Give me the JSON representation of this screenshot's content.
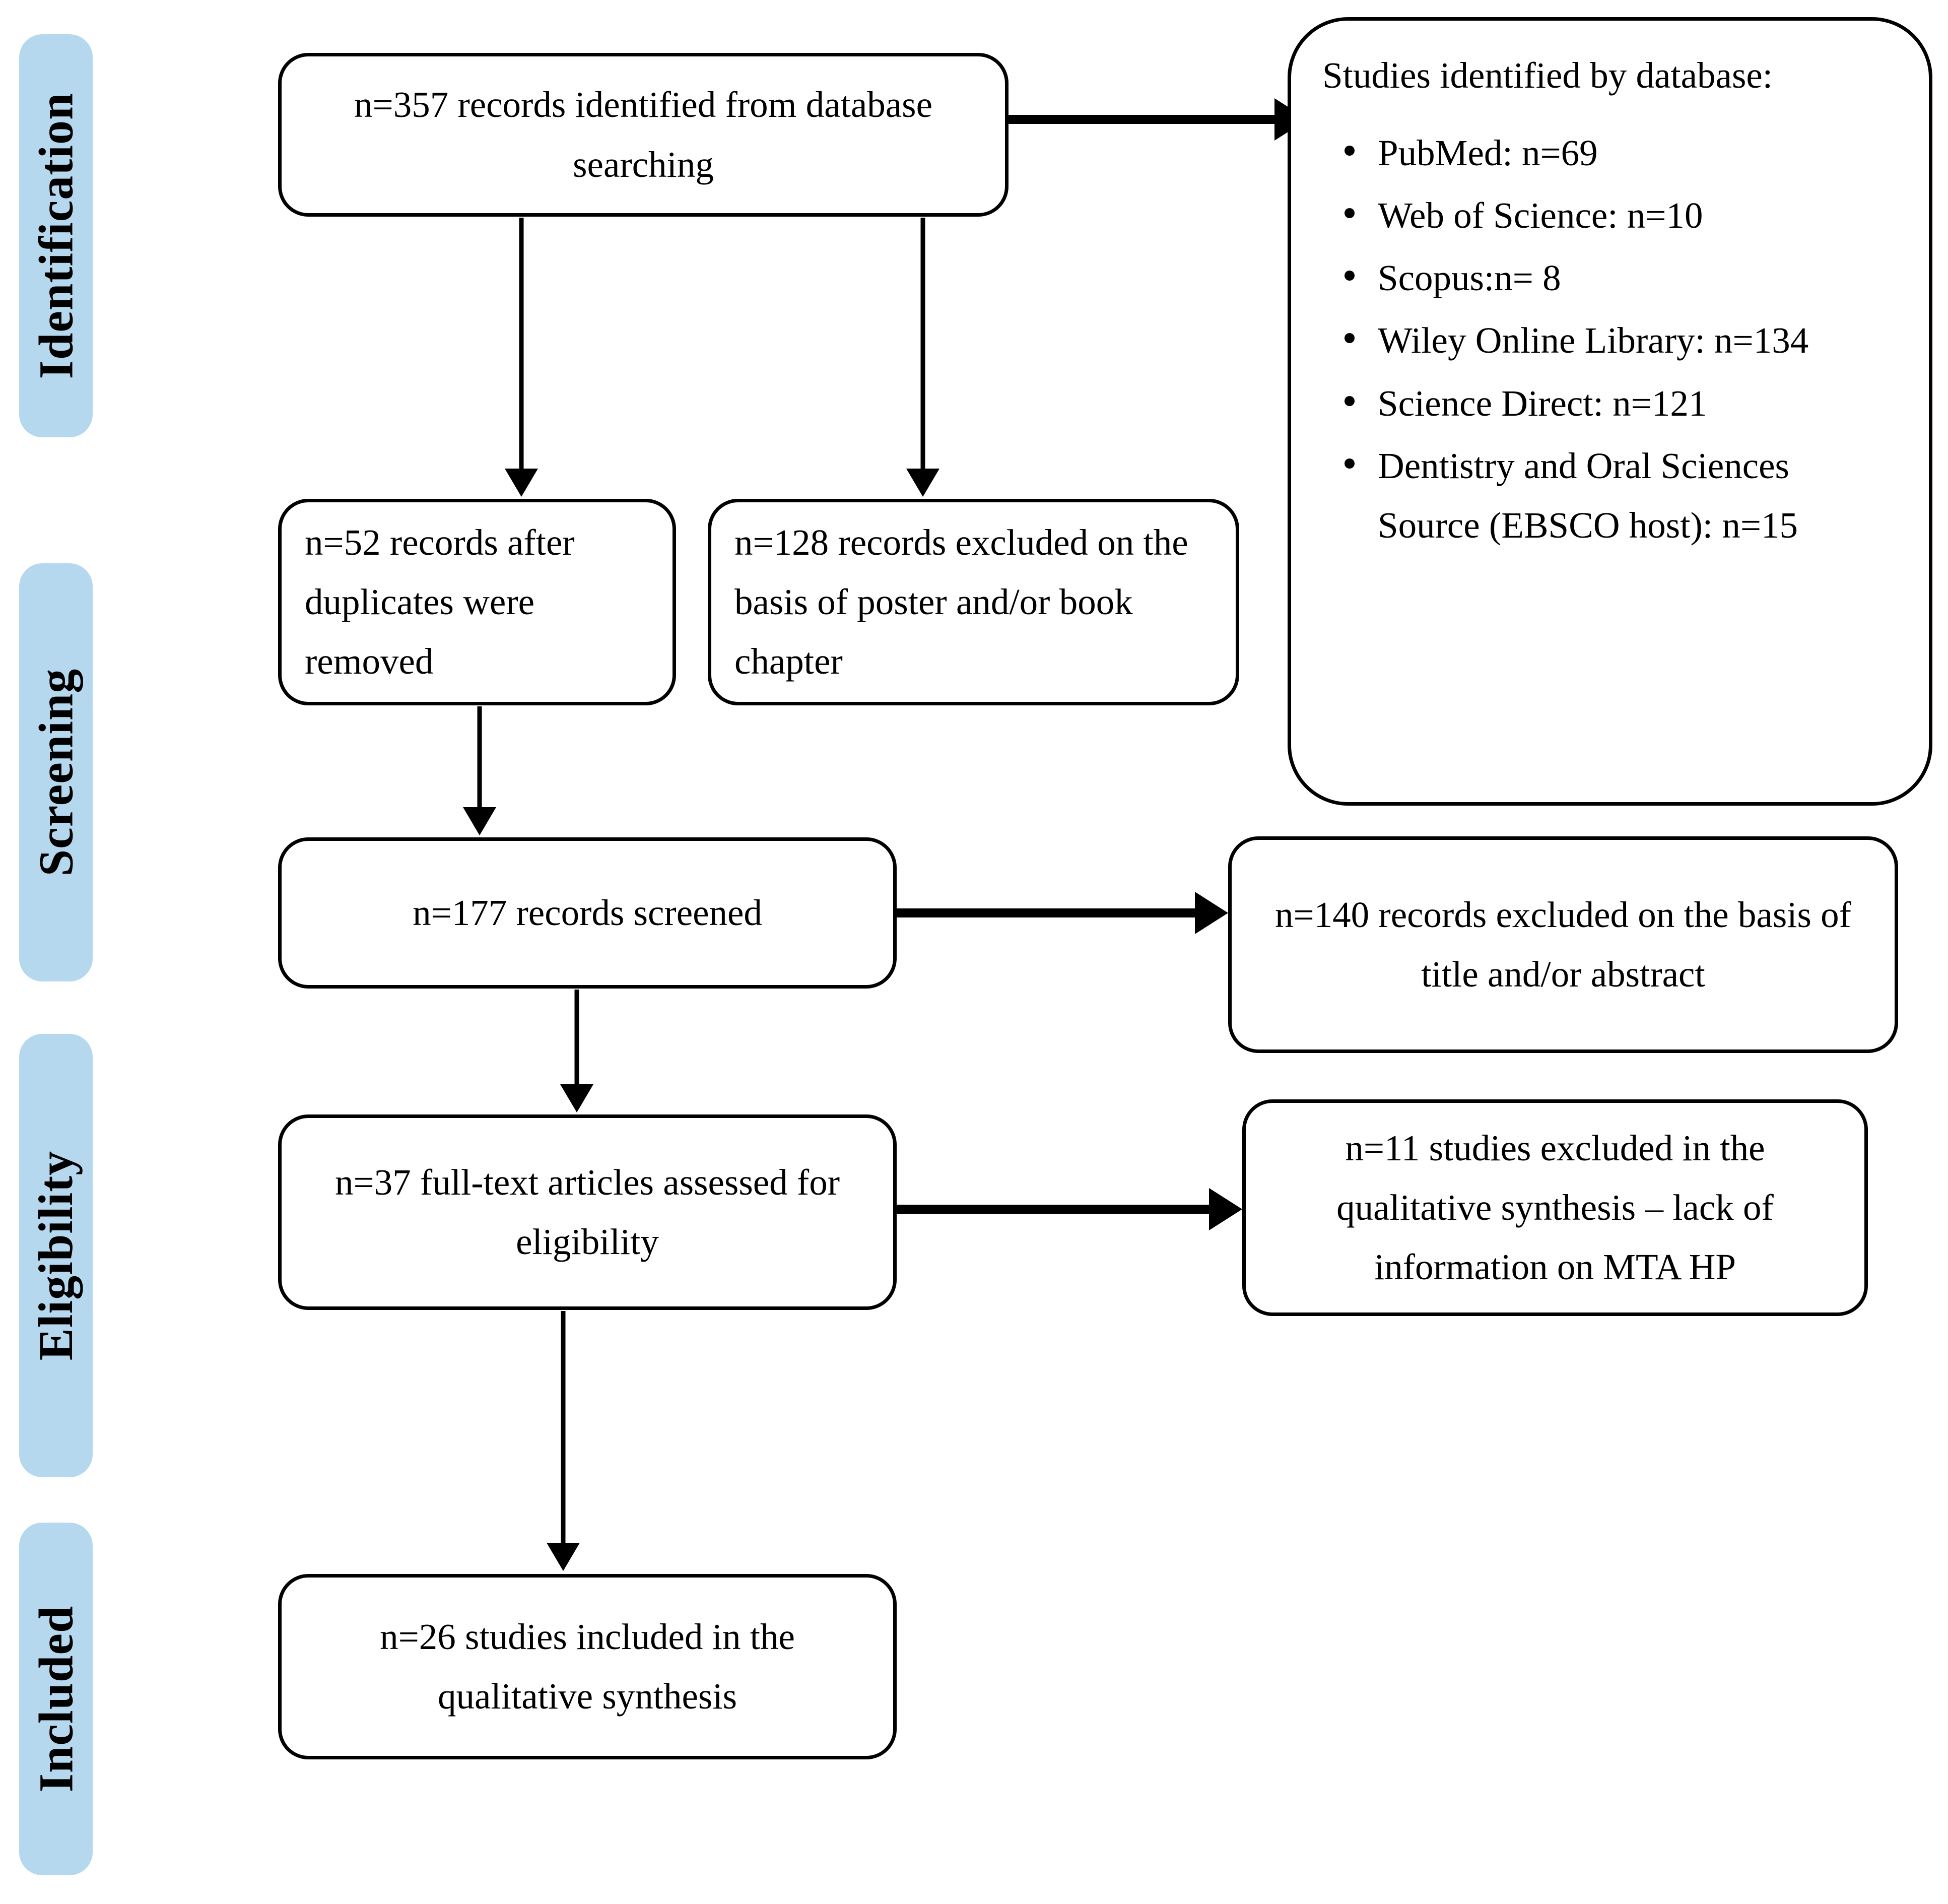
{
  "figure": {
    "type": "prisma-flow-diagram",
    "accent_color": "#b5d8ee",
    "line_color": "#000000",
    "background": "#ffffff"
  },
  "stages": [
    {
      "id": "identification",
      "label": "Identification"
    },
    {
      "id": "screening",
      "label": "Screening"
    },
    {
      "id": "eligibility",
      "label": "Eligibility"
    },
    {
      "id": "included",
      "label": "Included"
    }
  ],
  "boxes": {
    "identified": "n=357 records identified from database searching",
    "deduplicated": "n=52 records after duplicates were removed",
    "excluded_poster": "n=128 records excluded on the basis of poster and/or book chapter",
    "screened": "n=177 records screened",
    "excluded_title": "n=140 records excluded on the basis of title and/or abstract",
    "fulltext": "n=37 full-text articles assessed for eligibility",
    "excluded_mta": "n=11 studies excluded in the qualitative synthesis – lack of information on MTA HP",
    "included": "n=26 studies included in the qualitative synthesis"
  },
  "database_panel": {
    "title": "Studies identified by database:",
    "items": [
      "PubMed: n=69",
      "Web of Science: n=10",
      "Scopus:n= 8",
      "Wiley Online Library: n=134",
      "Science Direct: n=121",
      "Dentistry and Oral Sciences Source (EBSCO host): n=15"
    ]
  },
  "chart_data": {
    "type": "table",
    "title": "PRISMA flow of study selection",
    "flow_counts": [
      {
        "step": "Records identified from database searching",
        "n": 357
      },
      {
        "step": "Records after duplicates were removed",
        "n": 52
      },
      {
        "step": "Records excluded on the basis of poster and/or book chapter",
        "n": 128
      },
      {
        "step": "Records screened",
        "n": 177
      },
      {
        "step": "Records excluded on the basis of title and/or abstract",
        "n": 140
      },
      {
        "step": "Full-text articles assessed for eligibility",
        "n": 37
      },
      {
        "step": "Studies excluded in the qualitative synthesis – lack of information on MTA HP",
        "n": 11
      },
      {
        "step": "Studies included in the qualitative synthesis",
        "n": 26
      }
    ],
    "database_counts": [
      {
        "database": "PubMed",
        "n": 69
      },
      {
        "database": "Web of Science",
        "n": 10
      },
      {
        "database": "Scopus",
        "n": 8
      },
      {
        "database": "Wiley Online Library",
        "n": 134
      },
      {
        "database": "Science Direct",
        "n": 121
      },
      {
        "database": "Dentistry and Oral Sciences Source (EBSCO host)",
        "n": 15
      }
    ]
  }
}
